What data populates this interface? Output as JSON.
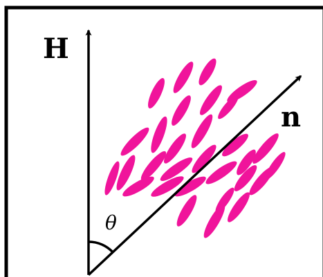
{
  "labels": {
    "field": "H",
    "director": "n",
    "angle": "θ"
  },
  "colors": {
    "molecule": "#f0149b",
    "stroke": "#000000",
    "background": "#ffffff"
  },
  "icons": {
    "arrowhead": "arrowhead-icon",
    "molecule": "ellipse-molecule-icon"
  }
}
